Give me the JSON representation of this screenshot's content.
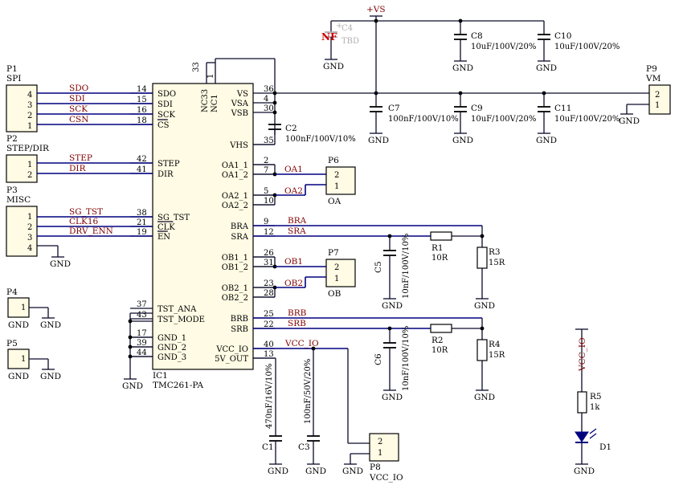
{
  "ic": {
    "ref": "IC1",
    "part": "TMC261-PA",
    "left_pins": [
      {
        "num": "14",
        "name": "SDO"
      },
      {
        "num": "15",
        "name": "SDI"
      },
      {
        "num": "16",
        "name": "SCK"
      },
      {
        "num": "18",
        "name": "CS"
      },
      {
        "num": "42",
        "name": "STEP"
      },
      {
        "num": "41",
        "name": "DIR"
      },
      {
        "num": "38",
        "name": "SG_TST"
      },
      {
        "num": "21",
        "name": "CLK"
      },
      {
        "num": "19",
        "name": "EN"
      },
      {
        "num": "37",
        "name": "TST_ANA"
      },
      {
        "num": "43",
        "name": "TST_MODE"
      },
      {
        "num": "17",
        "name": "GND_1"
      },
      {
        "num": "39",
        "name": "GND_2"
      },
      {
        "num": "44",
        "name": "GND_3"
      }
    ],
    "right_pins": [
      {
        "num": "36",
        "name": "VS"
      },
      {
        "num": "4",
        "name": "VSA"
      },
      {
        "num": "30",
        "name": "VSB"
      },
      {
        "num": "35",
        "name": "VHS"
      },
      {
        "num": "2",
        "name": "OA1_1"
      },
      {
        "num": "7",
        "name": "OA1_2"
      },
      {
        "num": "5",
        "name": "OA2_1"
      },
      {
        "num": "10",
        "name": "OA2_2"
      },
      {
        "num": "9",
        "name": "BRA"
      },
      {
        "num": "12",
        "name": "SRA"
      },
      {
        "num": "26",
        "name": "OB1_1"
      },
      {
        "num": "31",
        "name": "OB1_2"
      },
      {
        "num": "23",
        "name": "OB2_1"
      },
      {
        "num": "28",
        "name": "OB2_2"
      },
      {
        "num": "25",
        "name": "BRB"
      },
      {
        "num": "22",
        "name": "SRB"
      },
      {
        "num": "40",
        "name": "VCC_IO"
      },
      {
        "num": "13",
        "name": "5V_OUT"
      }
    ],
    "top_pins": [
      {
        "num": "33",
        "name": "NC33"
      },
      {
        "num": "1",
        "name": "NC1"
      }
    ]
  },
  "connectors": {
    "p1": {
      "ref": "P1",
      "name": "SPI",
      "pins": [
        "4",
        "3",
        "2",
        "1"
      ]
    },
    "p2": {
      "ref": "P2",
      "name": "STEP/DIR",
      "pins": [
        "1",
        "2"
      ]
    },
    "p3": {
      "ref": "P3",
      "name": "MISC",
      "pins": [
        "1",
        "2",
        "3",
        "4"
      ]
    },
    "p4": {
      "ref": "P4",
      "net": "GND",
      "pin": "1"
    },
    "p5": {
      "ref": "P5",
      "net": "GND",
      "pin": "1"
    },
    "p6": {
      "ref": "P6",
      "name": "OA",
      "pins": [
        "2",
        "1"
      ]
    },
    "p7": {
      "ref": "P7",
      "name": "OB",
      "pins": [
        "2",
        "1"
      ]
    },
    "p8": {
      "ref": "P8",
      "name": "VCC_IO",
      "pins": [
        "2",
        "1"
      ]
    },
    "p9": {
      "ref": "P9",
      "name": "VM",
      "pins": [
        "2",
        "1"
      ]
    }
  },
  "nets": {
    "sdo": "SDO",
    "sdi": "SDI",
    "sck": "SCK",
    "csn": "CSN",
    "step": "STEP",
    "dir": "DIR",
    "sg_tst": "SG_TST",
    "clk16": "CLK16",
    "drv_enn": "DRV_ENN",
    "oa1": "OA1",
    "oa2": "OA2",
    "ob1": "OB1",
    "ob2": "OB2",
    "bra": "BRA",
    "sra": "SRA",
    "brb": "BRB",
    "srb": "SRB",
    "vcc_io": "VCC_IO",
    "vs": "+VS",
    "gnd": "GND"
  },
  "components": {
    "c1": {
      "ref": "C1",
      "value": "470nF/16V/10%"
    },
    "c2": {
      "ref": "C2",
      "value": "100nF/100V/10%"
    },
    "c3": {
      "ref": "C3",
      "value": "100nF/50V/20%"
    },
    "c4": {
      "ref": "C4",
      "value": "TBD",
      "flag": "NF",
      "plus": "+"
    },
    "c5": {
      "ref": "C5",
      "value": "10nF/100V/10%"
    },
    "c6": {
      "ref": "C6",
      "value": "10nF/100V/10%"
    },
    "c7": {
      "ref": "C7",
      "value": "100nF/100V/10%"
    },
    "c8": {
      "ref": "C8",
      "value": "10uF/100V/20%"
    },
    "c9": {
      "ref": "C9",
      "value": "10uF/100V/20%"
    },
    "c10": {
      "ref": "C10",
      "value": "10uF/100V/20%"
    },
    "c11": {
      "ref": "C11",
      "value": "10uF/100V/20%"
    },
    "r1": {
      "ref": "R1",
      "value": "10R"
    },
    "r2": {
      "ref": "R2",
      "value": "10R"
    },
    "r3": {
      "ref": "R3",
      "value": "15R"
    },
    "r4": {
      "ref": "R4",
      "value": "15R"
    },
    "r5": {
      "ref": "R5",
      "value": "1k"
    },
    "d1": {
      "ref": "D1"
    }
  }
}
